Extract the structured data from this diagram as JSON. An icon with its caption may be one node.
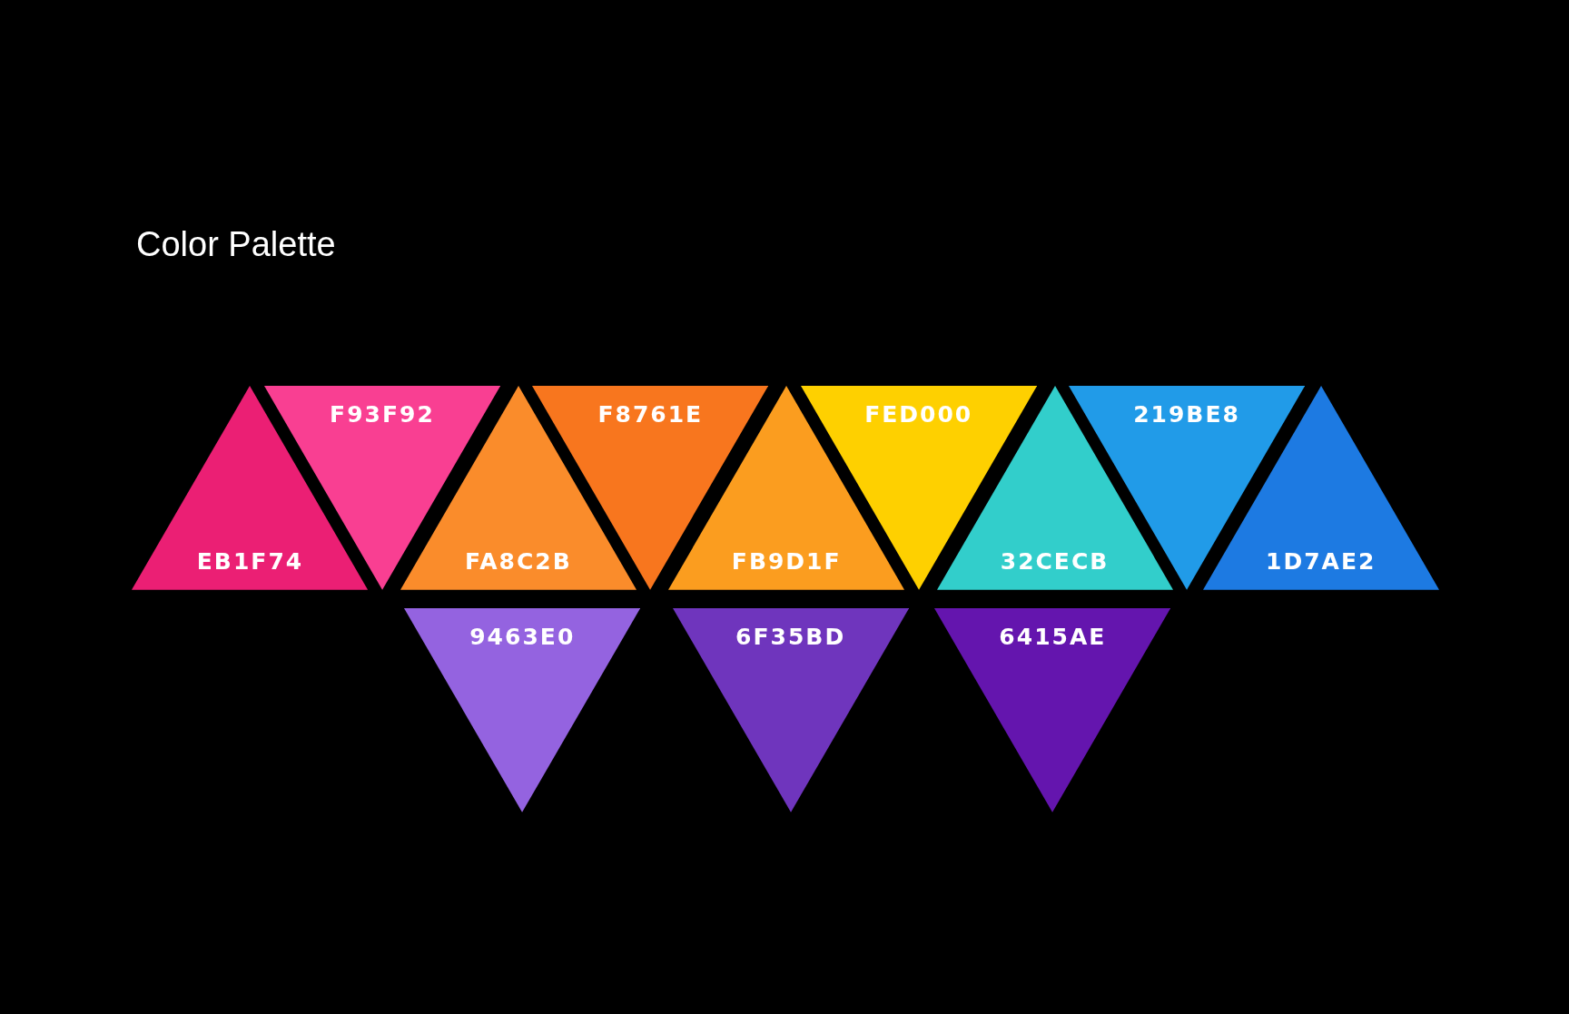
{
  "diagram": {
    "title": "Color Palette",
    "legend": [
      {
        "text": "EB1F74",
        "color": "#eb1f74"
      },
      {
        "text": "F93F92",
        "color": "#f93f92"
      },
      {
        "text": "FA8C2B",
        "color": "#fa8c2b"
      },
      {
        "text": "F8761E",
        "color": "#f8761e"
      },
      {
        "text": "FB9D1F",
        "color": "#fb9d1f"
      },
      {
        "text": "FED000",
        "color": "#fed000"
      },
      {
        "text": "32CECB",
        "color": "#32cecb"
      },
      {
        "text": "219BE8",
        "color": "#219be8"
      },
      {
        "text": "1D7AE2",
        "color": "#1d7ae2"
      },
      {
        "text": "9463E0",
        "color": "#9463e0"
      },
      {
        "text": "6F35BD",
        "color": "#6f35bd"
      },
      {
        "text": "6415AE",
        "color": "#6415ae"
      }
    ]
  }
}
